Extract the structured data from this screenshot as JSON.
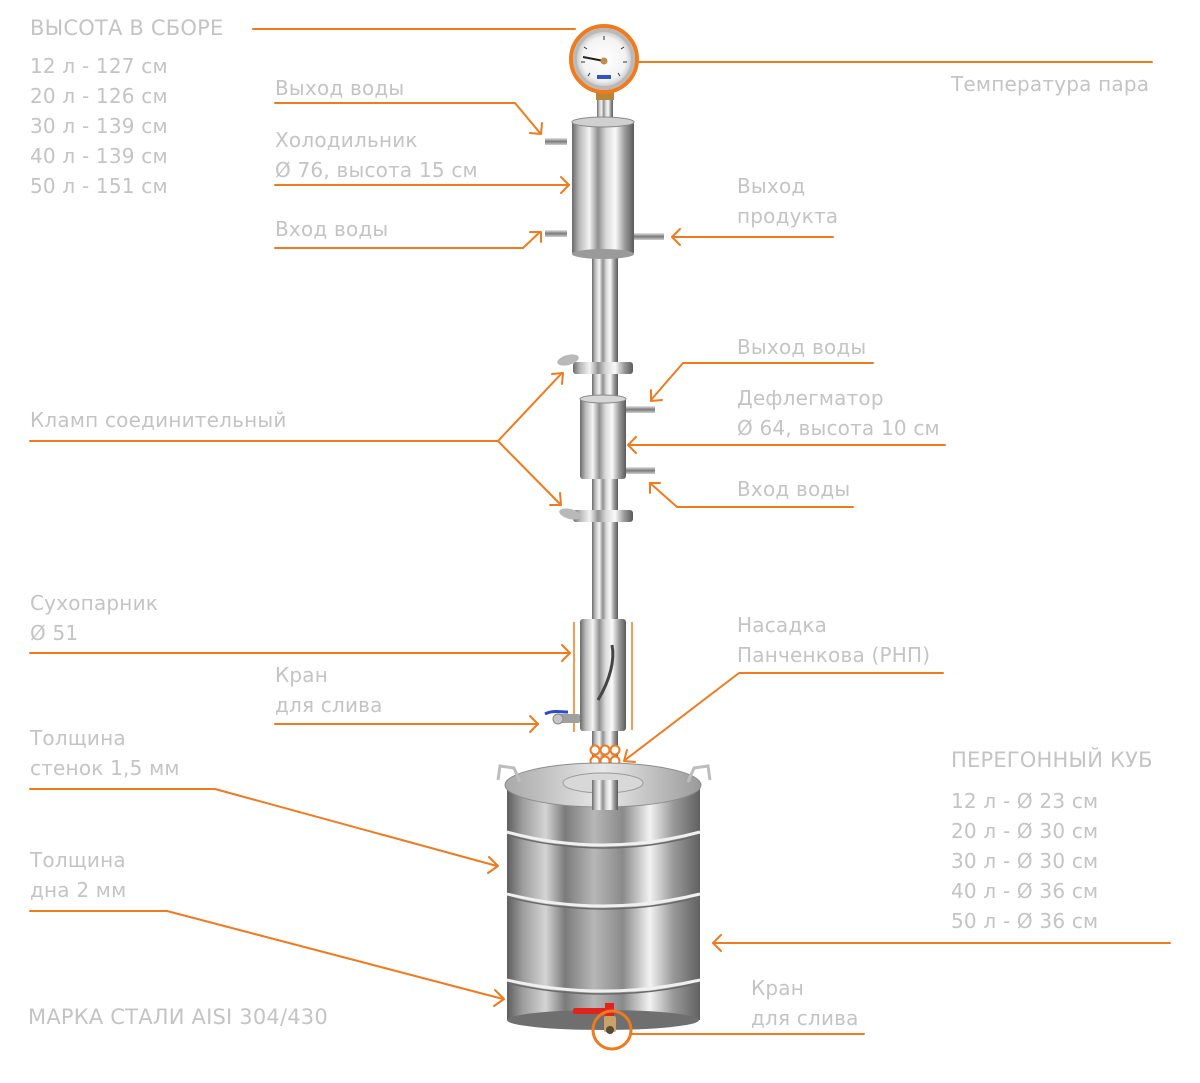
{
  "colors": {
    "accent": "#f07a1e",
    "label_text": "#c4c4c4",
    "steel_light": "#eeeeee",
    "steel_mid": "#a9a9a9",
    "steel_dark": "#5c5c5c",
    "valve_red": "#e0231c",
    "valve_blue": "#2a4bd0"
  },
  "assembled_height": {
    "title": "ВЫСОТА В СБОРЕ",
    "rows": [
      "12 л - 127 см",
      "20 л - 126 см",
      "30 л - 139 см",
      "40 л - 139 см",
      "50 л - 151 см"
    ]
  },
  "callouts": {
    "steam_temp": "Температура пара",
    "condenser_water_out": "Выход воды",
    "condenser": [
      "Холодильник",
      "Ø 76, высота 15 см"
    ],
    "condenser_water_in": "Вход воды",
    "product_out": [
      "Выход",
      "продукта"
    ],
    "dephleg_water_out": "Выход воды",
    "dephlegmator": [
      "Дефлегматор",
      "Ø 64, высота 10 см"
    ],
    "dephleg_water_in": "Вход воды",
    "clamp": "Кламп соединительный",
    "steam_dryer": [
      "Сухопарник",
      "Ø 51"
    ],
    "dryer_drain_valve": [
      "Кран",
      "для слива"
    ],
    "panchenkov_packing": [
      "Насадка",
      "Панченкова (РНП)"
    ],
    "wall_thickness": [
      "Толщина",
      "стенок 1,5 мм"
    ],
    "bottom_thickness": [
      "Толщина",
      "дна 2 мм"
    ],
    "steel_grade": "МАРКА СТАЛИ AISI 304/430",
    "pot_drain_valve": [
      "Кран",
      "для слива"
    ]
  },
  "still_pot": {
    "title": "ПЕРЕГОННЫЙ КУБ",
    "rows": [
      "12 л - Ø 23 см",
      "20 л - Ø 30 см",
      "30 л - Ø 30 см",
      "40 л - Ø 36 см",
      "50 л - Ø 36 см"
    ]
  },
  "thermometer": {
    "icon": "thermometer-gauge-icon"
  }
}
